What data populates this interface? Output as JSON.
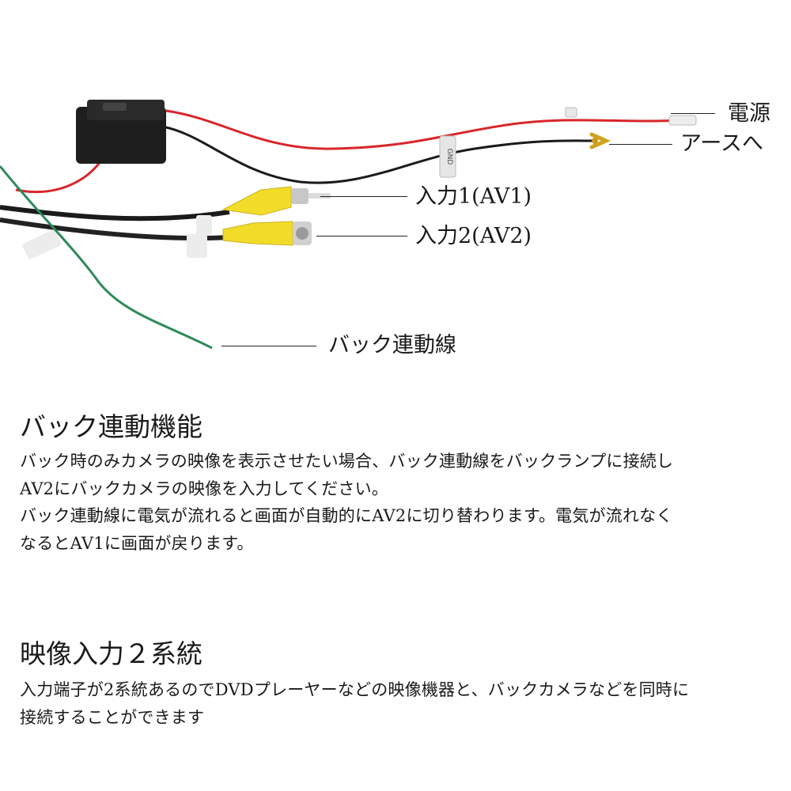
{
  "photo": {
    "callouts": {
      "power": "電源",
      "ground": "アースへ",
      "input1": "入力1(AV1)",
      "input2": "入力2(AV2)",
      "reverse": "バック連動線"
    },
    "tags": {
      "gnd": "GND"
    },
    "colors": {
      "red_wire": "#d8262b",
      "black_wire": "#1b1b1b",
      "green_wire": "#2e8a5a",
      "rca_yellow": "#f2dc2a",
      "box": "#1e1e1e"
    }
  },
  "section1": {
    "title": "バック連動機能",
    "lines": [
      "バック時のみカメラの映像を表示させたい場合、バック連動線をバックランプに接続し",
      "AV2にバックカメラの映像を入力してください。",
      "バック連動線に電気が流れると画面が自動的にAV2に切り替わります。電気が流れなく",
      "なるとAV1に画面が戻ります。"
    ]
  },
  "section2": {
    "title": "映像入力２系統",
    "lines": [
      "入力端子が2系統あるのでDVDプレーヤーなどの映像機器と、バックカメラなどを同時に",
      "接続することができます"
    ]
  }
}
